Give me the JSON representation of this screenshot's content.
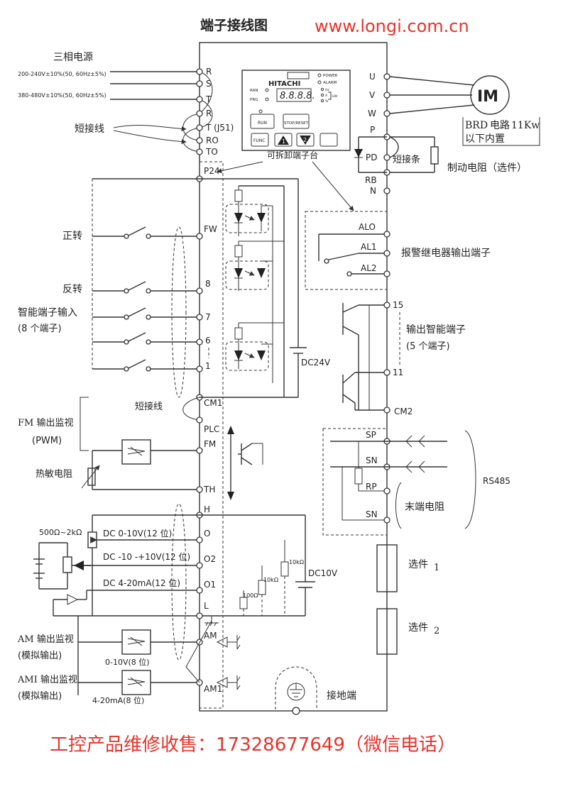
{
  "header": {
    "title": "端子接线图",
    "website": "www.longi.com.cn",
    "website_color": "#e8332a"
  },
  "footer": {
    "text": "工控产品维修收售：17328677649（微信电话）",
    "color": "#e8332a"
  },
  "power": {
    "label": "三相电源",
    "spec_200": "200-240V±10%(50, 60Hz±5%)",
    "spec_380": "380-480V±10%(50, 60Hz±5%)"
  },
  "short_wire_label": "短接线",
  "input_terminals": {
    "R": "R",
    "S": "S",
    "T": "T",
    "R2": "R",
    "T2": "T (J51)",
    "RO": "RO",
    "TO": "TO",
    "P24": "P24",
    "FW": "FW",
    "t8": "8",
    "t7": "7",
    "t6": "6",
    "t1": "1",
    "CM1": "CM1",
    "PLC": "PLC",
    "FM": "FM",
    "TH": "TH",
    "H": "H",
    "O": "O",
    "O2": "O2",
    "O1": "O1",
    "L": "L",
    "AM": "AM",
    "AMI": "AM1"
  },
  "output_terminals": {
    "U": "U",
    "V": "V",
    "W": "W",
    "P": "P",
    "PD": "PD",
    "RB": "RB",
    "N": "N",
    "ALO": "ALO",
    "AL1": "AL1",
    "AL2": "AL2",
    "t15": "15",
    "t11": "11",
    "CM2": "CM2",
    "SP": "SP",
    "SN1": "SN",
    "RP": "RP",
    "SN2": "SN"
  },
  "operator_panel": {
    "brand": "HITACHI",
    "display": "8.8.8.8.",
    "power_led": "POWER",
    "alarm_led": "ALARM",
    "ran_led": "RAN",
    "prg_led": "PRG",
    "hz_unit": "Hz",
    "a_unit": "A",
    "pct_unit": "%",
    "kw_unit": "kW",
    "run_key": "RUN",
    "stop_key": "STOP/RESET",
    "func_key": "FUNC",
    "up_key": "1",
    "down_key": "2",
    "caption": "可拆卸端子台"
  },
  "motor": {
    "label": "IM"
  },
  "labels": {
    "brd": "BRD",
    "brd_circuit": "电路",
    "brd_power": "11Kw",
    "brd_builtin": "以下内置",
    "short_bar": "短接条",
    "braking_resistor": "制动电阻（选件）",
    "forward": "正转",
    "reverse": "反转",
    "smart_input": "智能端子输入",
    "smart_input_count": "(8 个端子)",
    "dc24": "DC24V",
    "alarm_relay": "报警继电器输出端子",
    "smart_output": "输出智能端子",
    "smart_output_count": "(5 个端子)",
    "fm_monitor": "FM 输出监视",
    "pwm": "(PWM)",
    "thermistor": "热敏电阻",
    "rs485": "RS485",
    "end_resistor": "末端电阻",
    "pot_range": "500Ω~2kΩ",
    "dc_0_10": "DC 0-10V(12 位)",
    "dc_pm10": "DC -10 -+10V(12 位)",
    "dc_4_20": "DC 4-20mA(12 位)",
    "dc10v": "DC10V",
    "r10k_a": "10kΩ",
    "r10k_b": "10kΩ",
    "r100": "100Ω",
    "option1": "选件",
    "option1_num": "1",
    "option2": "选件",
    "option2_num": "2",
    "am_monitor": "AM 输出监视",
    "analog_out": "(模拟输出)",
    "am_range": "0-10V(8 位)",
    "ami_monitor": "AMI 输出监视",
    "analog_out2": "(模拟输出)",
    "ami_range": "4-20mA(8 位)",
    "ground": "接地端"
  }
}
